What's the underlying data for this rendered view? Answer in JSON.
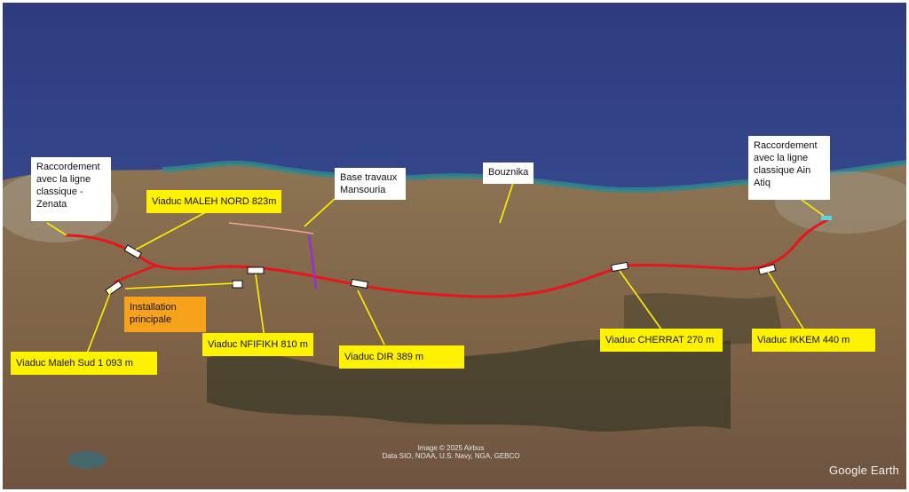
{
  "map": {
    "labels": {
      "raccord_zenata": "Raccordement avec la ligne classique - Zenata",
      "raccord_ain_atiq": "Raccordement avec la ligne classique Ain Atiq",
      "base_travaux": "Base travaux Mansouria",
      "bouznika": "Bouznika",
      "installation": "Installation principale",
      "maleh_nord": "Viaduc MALEH NORD 823m",
      "maleh_sud": "Viaduc Maleh Sud 1 093 m",
      "nfifikh": "Viaduc NFIFIKH 810 m",
      "dir": "Viaduc DIR 389 m",
      "cherrat": "Viaduc CHERRAT 270 m",
      "ikkem": "Viaduc IKKEM 440 m"
    },
    "credits": {
      "imagery": "Image © 2025 Airbus",
      "data": "Data SIO, NOAA, U.S. Navy, NGA, GEBCO",
      "brand": "Google Earth"
    },
    "colors": {
      "route": "#e8161b",
      "label_yellow": "#fff200",
      "label_orange": "#f7a21b",
      "sea": "#3a4a8e",
      "land": "#8a6a48"
    }
  }
}
